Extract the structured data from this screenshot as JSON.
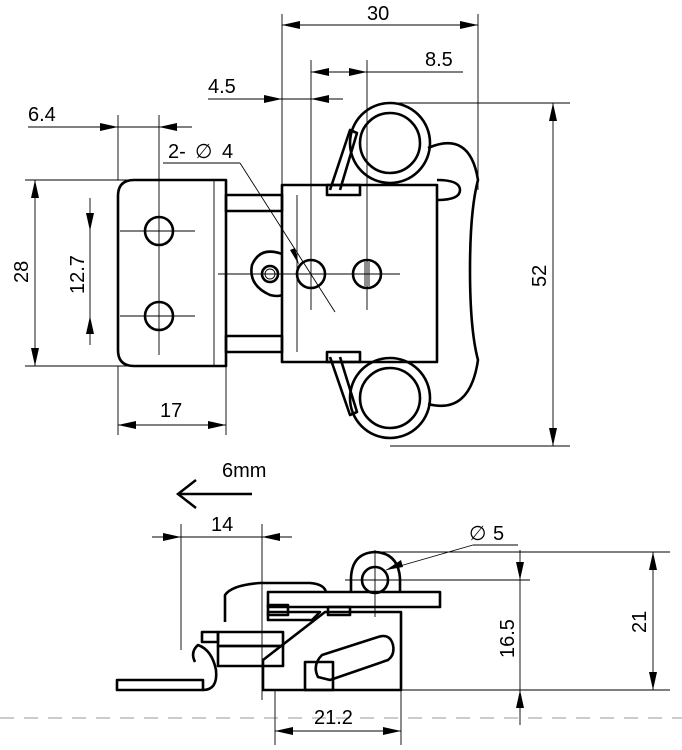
{
  "top_view": {
    "dimensions": {
      "width_overall": "30",
      "hole_spacing_h": "8.5",
      "hole_offset": "4.5",
      "left_hole_offset": "6.4",
      "holes_note": "2-",
      "holes_diameter": "4",
      "plate_height": "28",
      "hole_spacing_v": "12.7",
      "plate_width": "17",
      "height_overall": "52"
    }
  },
  "side_view": {
    "travel_label": "6mm",
    "dimensions": {
      "latch_width": "14",
      "eye_diameter": "5",
      "eye_height": "16.5",
      "height_overall": "21",
      "body_width": "21.2"
    }
  },
  "symbols": {
    "diameter": "∅"
  }
}
